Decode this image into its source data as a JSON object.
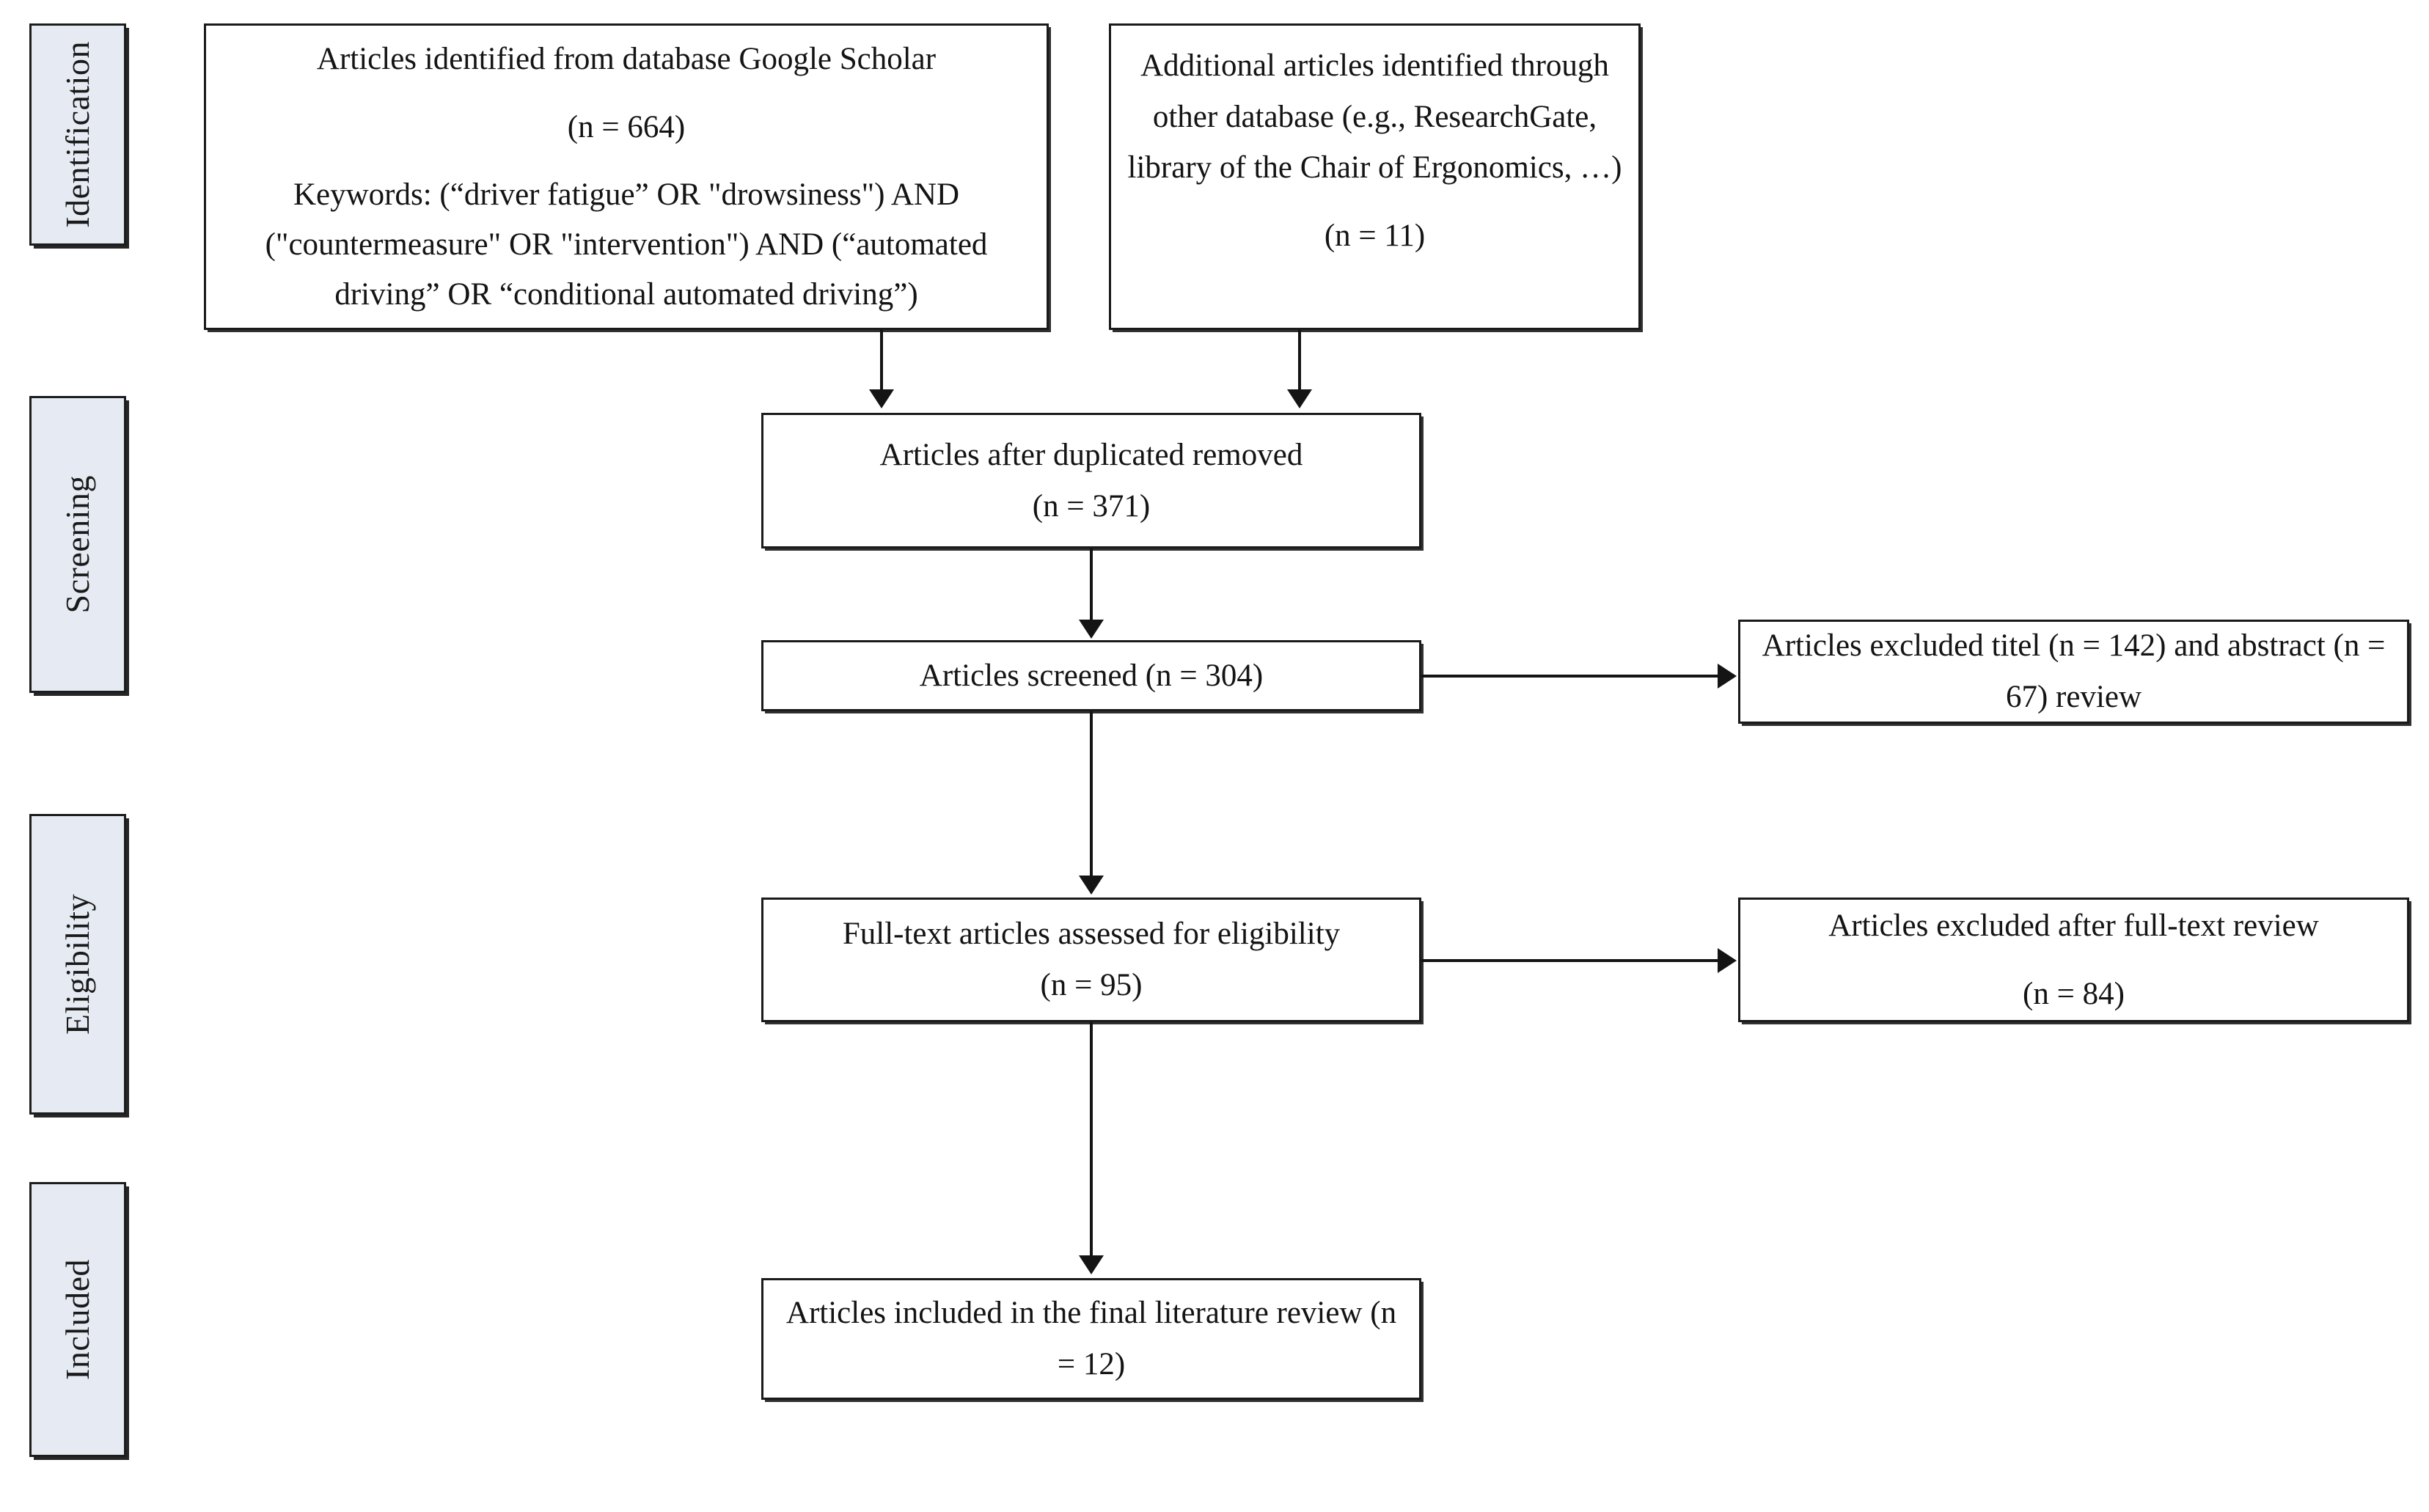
{
  "diagram": {
    "type": "prisma-flow-diagram",
    "stages": [
      {
        "id": "identification",
        "label": "Identification"
      },
      {
        "id": "screening",
        "label": "Screening"
      },
      {
        "id": "eligibility",
        "label": "Eligibility"
      },
      {
        "id": "included",
        "label": "Included"
      }
    ],
    "boxes": {
      "database_search": {
        "title": "Articles identified from database Google Scholar",
        "count": "(n = 664)",
        "keywords": "Keywords: (“driver fatigue” OR \"drowsiness\") AND (\"countermeasure\" OR \"intervention\") AND (“automated driving” OR “conditional automated driving”)"
      },
      "other_sources": {
        "title": "Additional articles identified through other database (e.g., ResearchGate, library of the Chair of Ergonomics, …)",
        "count": "(n = 11)"
      },
      "duplicates_removed": {
        "title": "Articles after duplicated removed",
        "count": "(n = 371)"
      },
      "screened": {
        "title": "Articles screened (n = 304)"
      },
      "excluded_title_abstract": {
        "title": "Articles excluded titel (n = 142) and abstract (n = 67) review"
      },
      "full_text_assessed": {
        "title": "Full-text articles assessed for eligibility",
        "count": "(n = 95)"
      },
      "excluded_full_text": {
        "title": "Articles excluded after full-text review",
        "count": "(n = 84)"
      },
      "included_final": {
        "title": "Articles included in the final literature review (n = 12)"
      }
    },
    "colors": {
      "stage_fill": "#e6ebf3",
      "box_fill": "#ffffff",
      "stroke": "#1a1a1a",
      "text": "#141414"
    },
    "counts": {
      "identified_database": 664,
      "identified_other": 11,
      "after_duplicates": 371,
      "screened": 304,
      "excluded_title": 142,
      "excluded_abstract": 67,
      "full_text_assessed": 95,
      "excluded_full_text": 84,
      "included": 12
    }
  }
}
